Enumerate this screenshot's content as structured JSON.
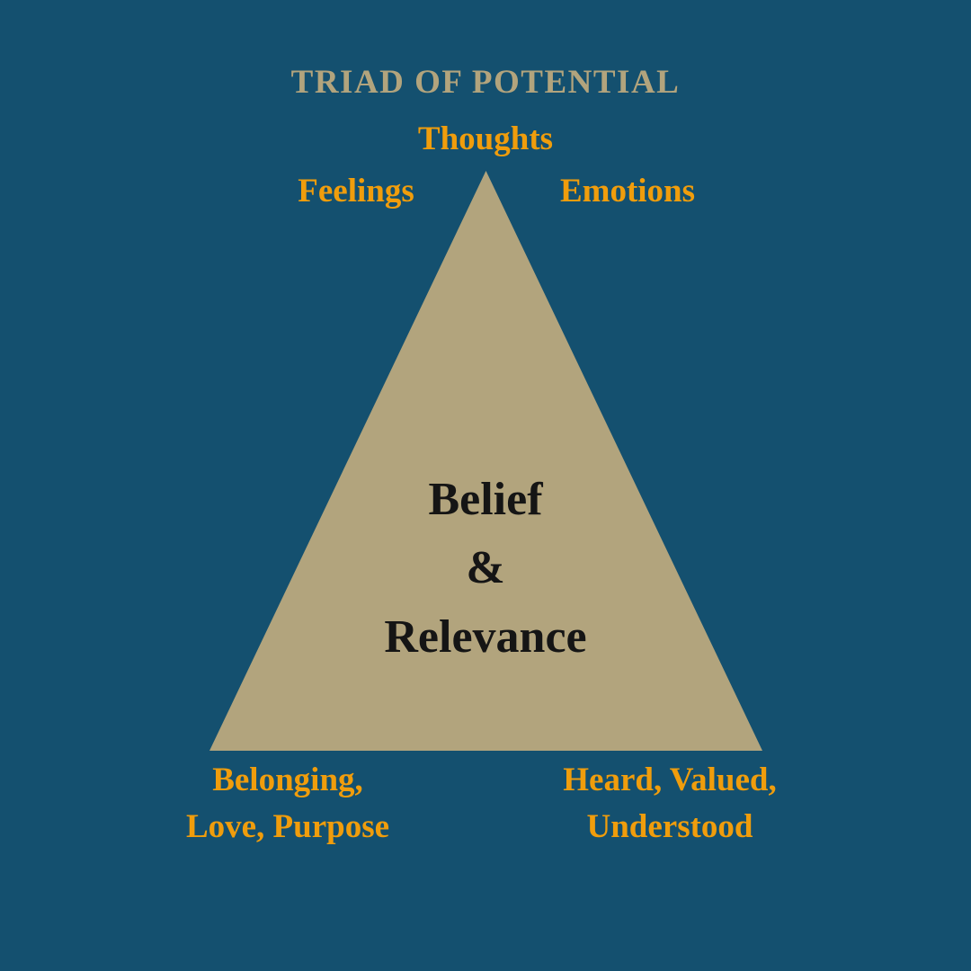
{
  "title": "TRIAD OF POTENTIAL",
  "apex_labels": {
    "top": "Thoughts",
    "left": "Feelings",
    "right": "Emotions"
  },
  "center": {
    "line1": "Belief",
    "line2": "&",
    "line3": "Relevance"
  },
  "bottom_left": {
    "line1": "Belonging,",
    "line2": "Love, Purpose"
  },
  "bottom_right": {
    "line1": "Heard, Valued,",
    "line2": "Understood"
  },
  "colors": {
    "background": "#14506F",
    "triangle": "#B2A47D",
    "title_color": "#B2A47D",
    "accent_orange": "#F09D0C",
    "center_text": "#151515"
  }
}
